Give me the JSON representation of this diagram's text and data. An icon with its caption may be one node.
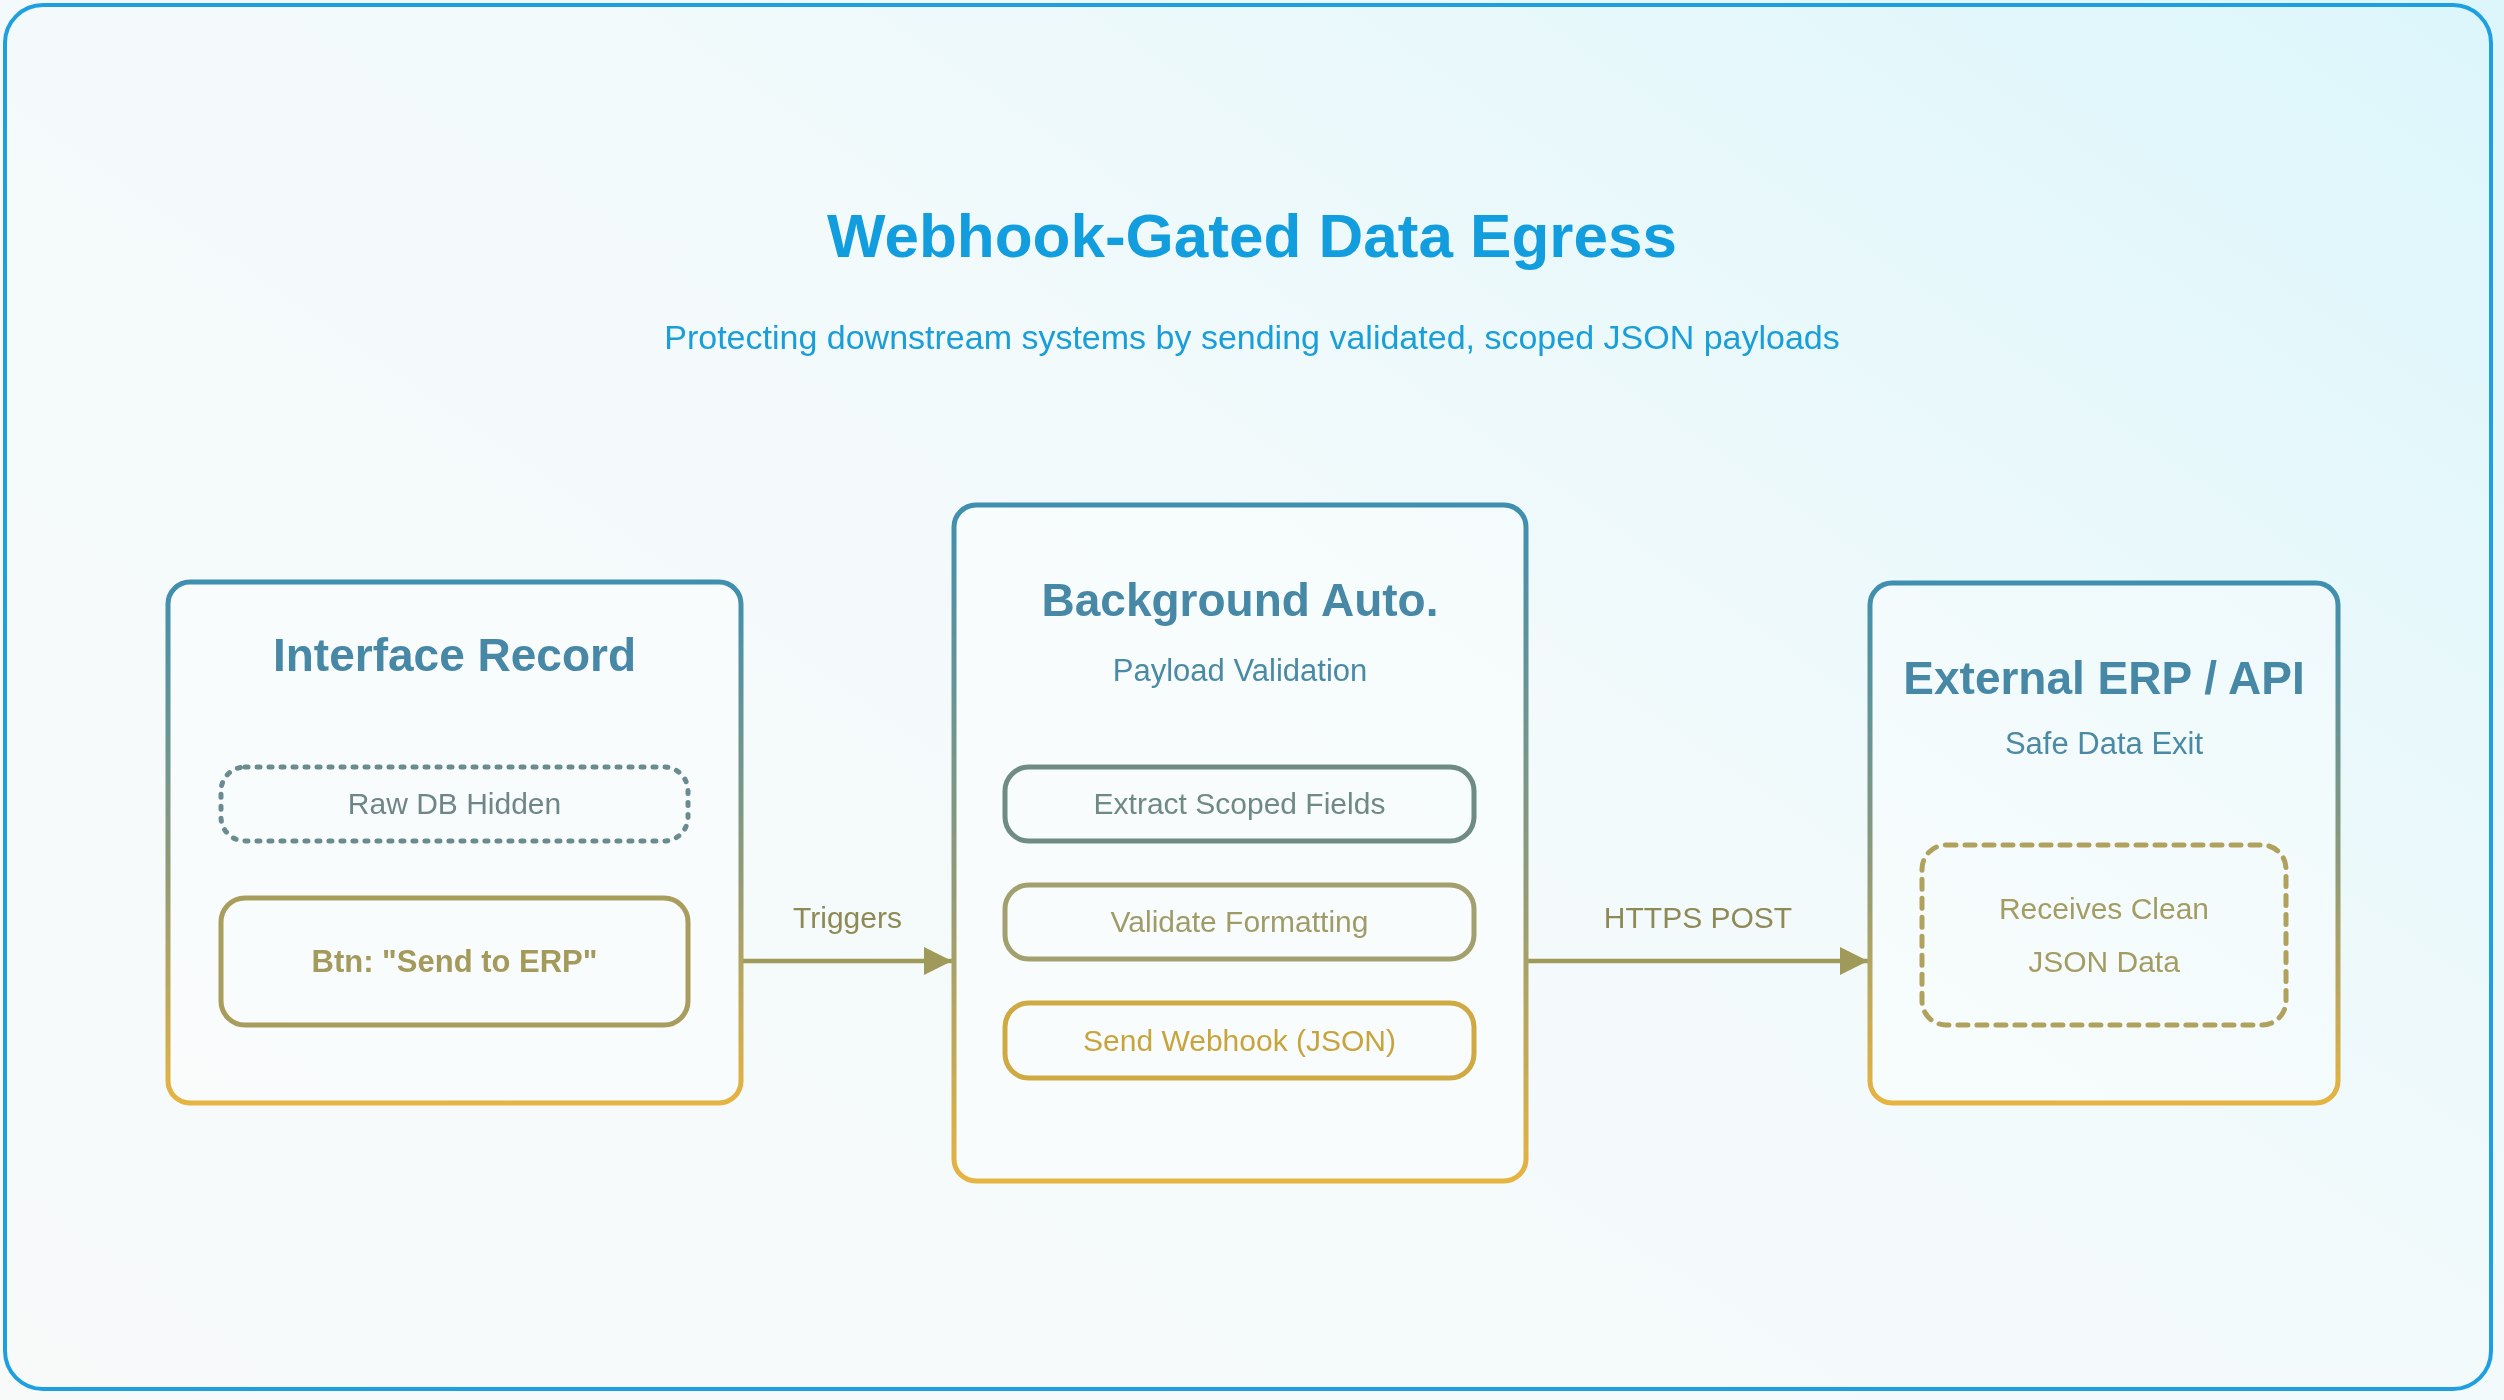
{
  "diagram": {
    "title": "Webhook-Gated Data Egress",
    "caption": "Protecting downstream systems by sending validated, scoped JSON payloads",
    "nodes": [
      {
        "text": [
          "Interface Record"
        ]
      },
      {
        "text": [
          "Raw DB Hidden"
        ],
        "in": 0
      },
      {
        "text": [
          "Btn: \"Send to ERP\""
        ],
        "in": 0
      },
      {
        "text": [
          "Background Auto.",
          "Payload Validation"
        ]
      },
      {
        "text": [
          "Extract Scoped Fields"
        ],
        "in": 3
      },
      {
        "text": [
          "Validate Formatting"
        ],
        "in": 3
      },
      {
        "text": [
          "Send Webhook (JSON)"
        ],
        "in": 3
      },
      {
        "text": [
          "External ERP / API",
          "Safe Data Exit"
        ]
      },
      {
        "text": [
          "Receives Clean JSON Data"
        ],
        "in": 7
      }
    ],
    "edges": [
      {
        "from": 0,
        "to": 3,
        "arrow": "to",
        "label": "Triggers"
      },
      {
        "from": 3,
        "to": 7,
        "arrow": "to",
        "label": "HTTPS POST"
      }
    ]
  }
}
